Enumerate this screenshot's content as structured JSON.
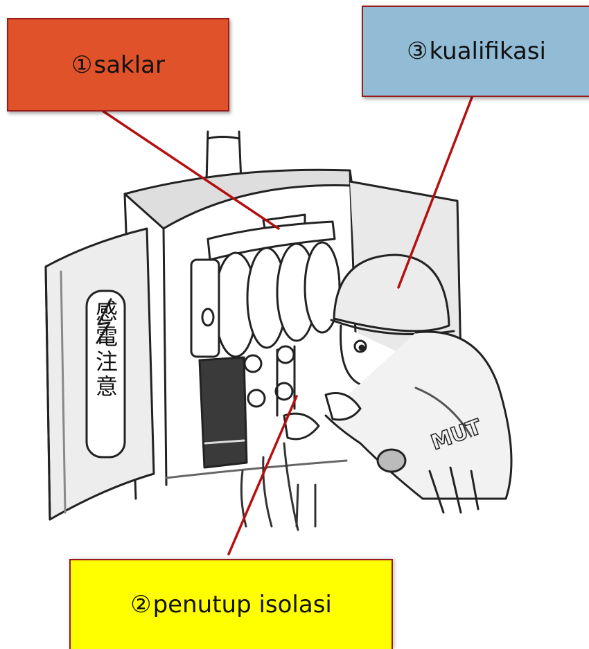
{
  "labels": {
    "switch": {
      "number": "①",
      "text": "saklar",
      "color": "#e0522a"
    },
    "insulation_cover": {
      "number": "②",
      "text": "penutup isolasi",
      "color": "#ffff00"
    },
    "qualification": {
      "number": "③",
      "text": "kualifikasi",
      "color": "#92bcd6"
    }
  },
  "door_sign": {
    "warning_text": "感電注意",
    "icon": "lightning-bolt-icon"
  },
  "worker": {
    "helmet_icon": "helmet-icon",
    "arm_text": "MUT"
  },
  "leader_line_color": "#b50f0f"
}
